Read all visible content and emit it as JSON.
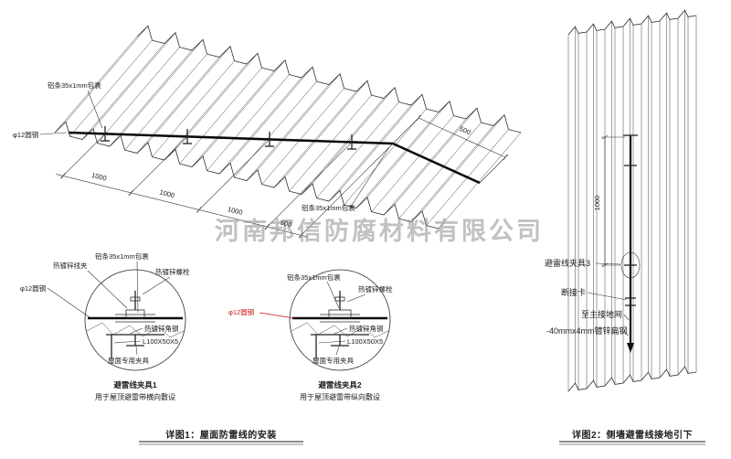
{
  "watermark": "河南邦信防腐材料有限公司",
  "roof": {
    "label_strip_top": "铝条35x1mm包裹",
    "label_rod": "φ12圆钢",
    "label_strip_bottom": "铝条35x1mm包裹",
    "dims": {
      "seg1": "1000",
      "seg2": "1000",
      "seg3": "1000",
      "seg4": "500",
      "side": "500"
    }
  },
  "detail1": {
    "caption": "详图1：屋面防雷线的安装",
    "clamp1": {
      "label_wire_clip": "热镀锌线夹",
      "label_strip": "铝条35x1mm包裹",
      "label_bolt": "热镀锌螺栓",
      "label_rod": "φ12圆钢",
      "label_angle": "热镀锌角钢",
      "label_angle_size": "L100X50X5",
      "label_roof_clamp": "屋面专用夹具",
      "title": "避雷线夹具1",
      "subtitle": "用于屋顶避雷带横向敷设"
    },
    "clamp2": {
      "label_strip": "铝条35x1mm包裹",
      "label_bolt": "热镀锌螺栓",
      "label_rod": "φ12圆钢",
      "label_angle": "热镀锌角钢",
      "label_angle_size": "L100X50X5",
      "label_roof_clamp": "屋面专用夹具",
      "title": "避雷线夹具2",
      "subtitle": "用于屋顶避雷带纵向敷设"
    }
  },
  "detail2": {
    "caption": "详图2：侧墙避雷线接地引下",
    "dim": "1000",
    "label_clamp": "避雷线夹具3",
    "label_disconnect": "断接卡",
    "label_to_ground": "至主接地网",
    "label_flat_steel": "-40mmx4mm镀锌扁钢"
  },
  "colors": {
    "line": "#222222",
    "accent_red": "#cc1111",
    "watermark": "#8f8f8f"
  }
}
